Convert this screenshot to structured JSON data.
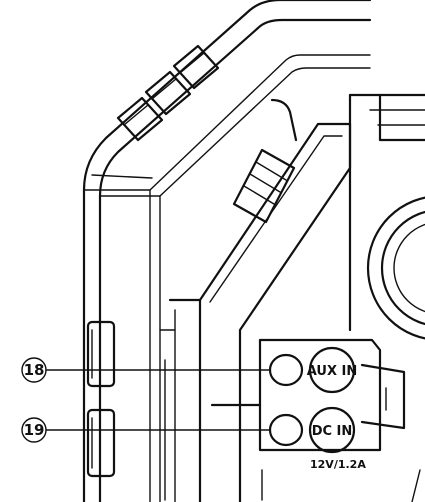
{
  "callouts": [
    {
      "number": "18"
    },
    {
      "number": "19"
    }
  ],
  "ports": {
    "aux_label": "AUX IN",
    "dc_label": "DC IN",
    "rating": "12V/1.2A"
  }
}
